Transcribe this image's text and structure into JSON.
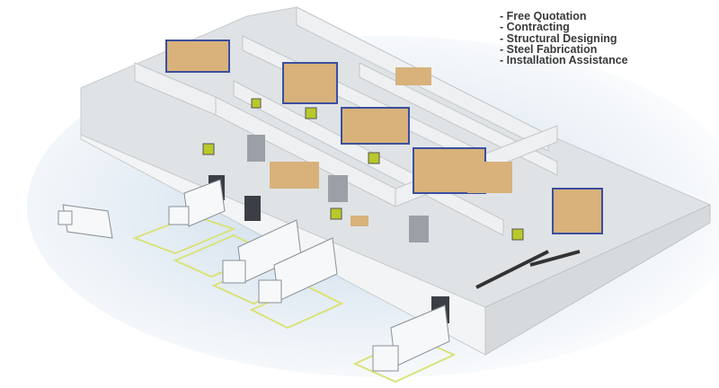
{
  "services": [
    "- Free Quotation",
    "- Contracting",
    "- Structural Designing",
    "- Steel Fabrication",
    "- Installation Assistance"
  ],
  "colors": {
    "floor": "#dfe3e6",
    "wall": "#f2f4f5",
    "wall_shade": "#d6dadd",
    "boxes": "#d8b27a",
    "racks": "#3a4fa0",
    "forklift": "#b9c92a",
    "lane_lines": "#d9e27a",
    "shadow": "#c9d9e8"
  }
}
